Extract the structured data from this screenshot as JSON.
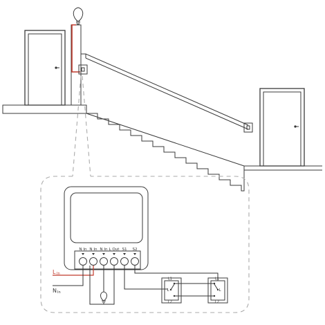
{
  "colors": {
    "line": "#3a3a3a",
    "live_wire": "#c0392b",
    "dashed": "#aaaaaa",
    "background": "#ffffff"
  },
  "terminals": [
    "N In",
    "N In",
    "N In",
    "L Out",
    "S1",
    "S2"
  ],
  "wire_labels": {
    "live": "L",
    "live_sub": "In",
    "neutral": "N",
    "neutral_sub": "In"
  },
  "switch_labels": {
    "top": "L1",
    "middle": "L",
    "bottom": "L2"
  },
  "icons": [
    "light-bulb-icon",
    "door-handle-icon",
    "wall-switch-icon"
  ]
}
